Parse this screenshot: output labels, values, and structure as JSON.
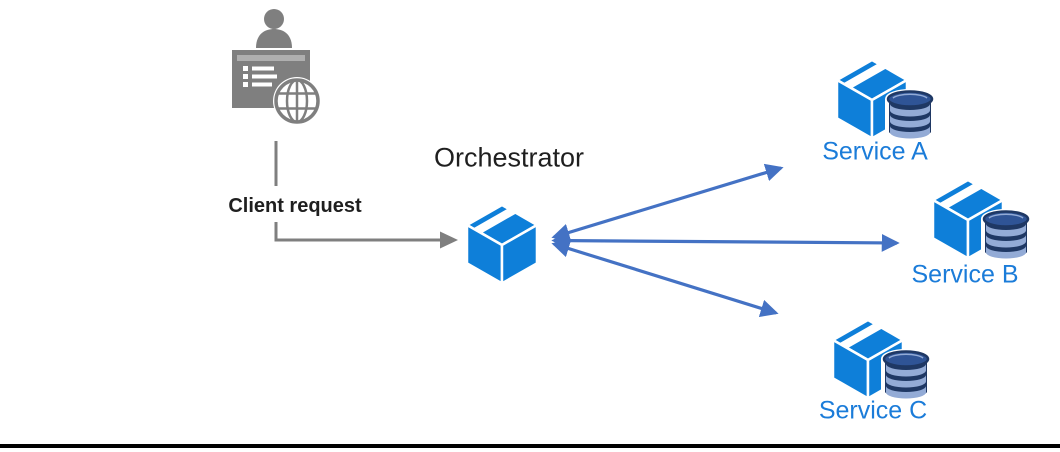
{
  "diagram": {
    "type": "orchestration-pattern",
    "nodes": {
      "client": {
        "label": "Client request",
        "icon": "user-browser-globe-icon",
        "color": "#7F7F7F"
      },
      "orchestrator": {
        "label": "Orchestrator",
        "icon": "package-cube-icon",
        "color": "#0E7FD9"
      },
      "services": [
        {
          "label": "Service A",
          "icon": "cube-database-icon"
        },
        {
          "label": "Service B",
          "icon": "cube-database-icon"
        },
        {
          "label": "Service C",
          "icon": "cube-database-icon"
        }
      ]
    },
    "edges": [
      {
        "from": "client",
        "to": "orchestrator",
        "style": "single-arrow",
        "color": "#7F7F7F"
      },
      {
        "from": "orchestrator",
        "to": "Service A",
        "style": "double-arrow",
        "color": "#4472C4"
      },
      {
        "from": "orchestrator",
        "to": "Service B",
        "style": "double-arrow",
        "color": "#4472C4"
      },
      {
        "from": "orchestrator",
        "to": "Service C",
        "style": "double-arrow",
        "color": "#4472C4"
      }
    ]
  },
  "colors": {
    "cube_blue": "#0E7FD9",
    "arrow_blue": "#4472C4",
    "service_label_blue": "#1B7CD9",
    "icon_gray": "#7F7F7F",
    "text_dark": "#1F1F1F",
    "db_dark": "#1F3864",
    "db_mid": "#2F5496",
    "db_band": "#93ABD6",
    "bottom_line": "#000000"
  }
}
